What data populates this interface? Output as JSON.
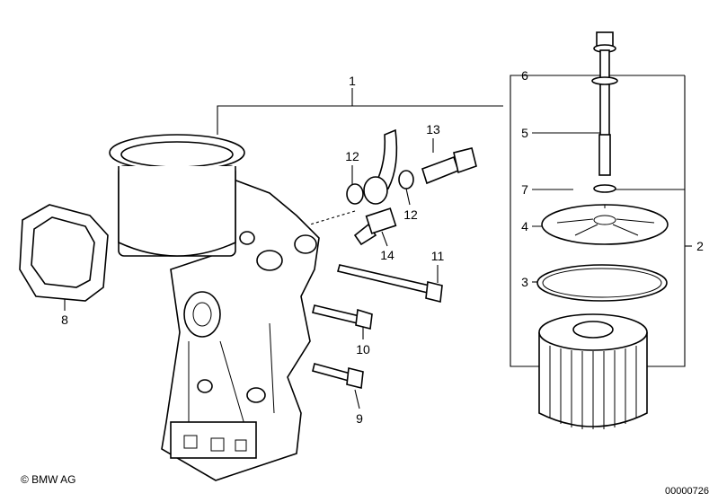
{
  "diagram": {
    "labels": {
      "p1": "1",
      "p2": "2",
      "p3": "3",
      "p4": "4",
      "p5": "5",
      "p6": "6",
      "p7": "7",
      "p8": "8",
      "p9": "9",
      "p10": "10",
      "p11": "11",
      "p12a": "12",
      "p12b": "12",
      "p13": "13",
      "p14": "14"
    }
  },
  "footer": {
    "copyright": "© BMW AG",
    "image_number": "00000726"
  }
}
